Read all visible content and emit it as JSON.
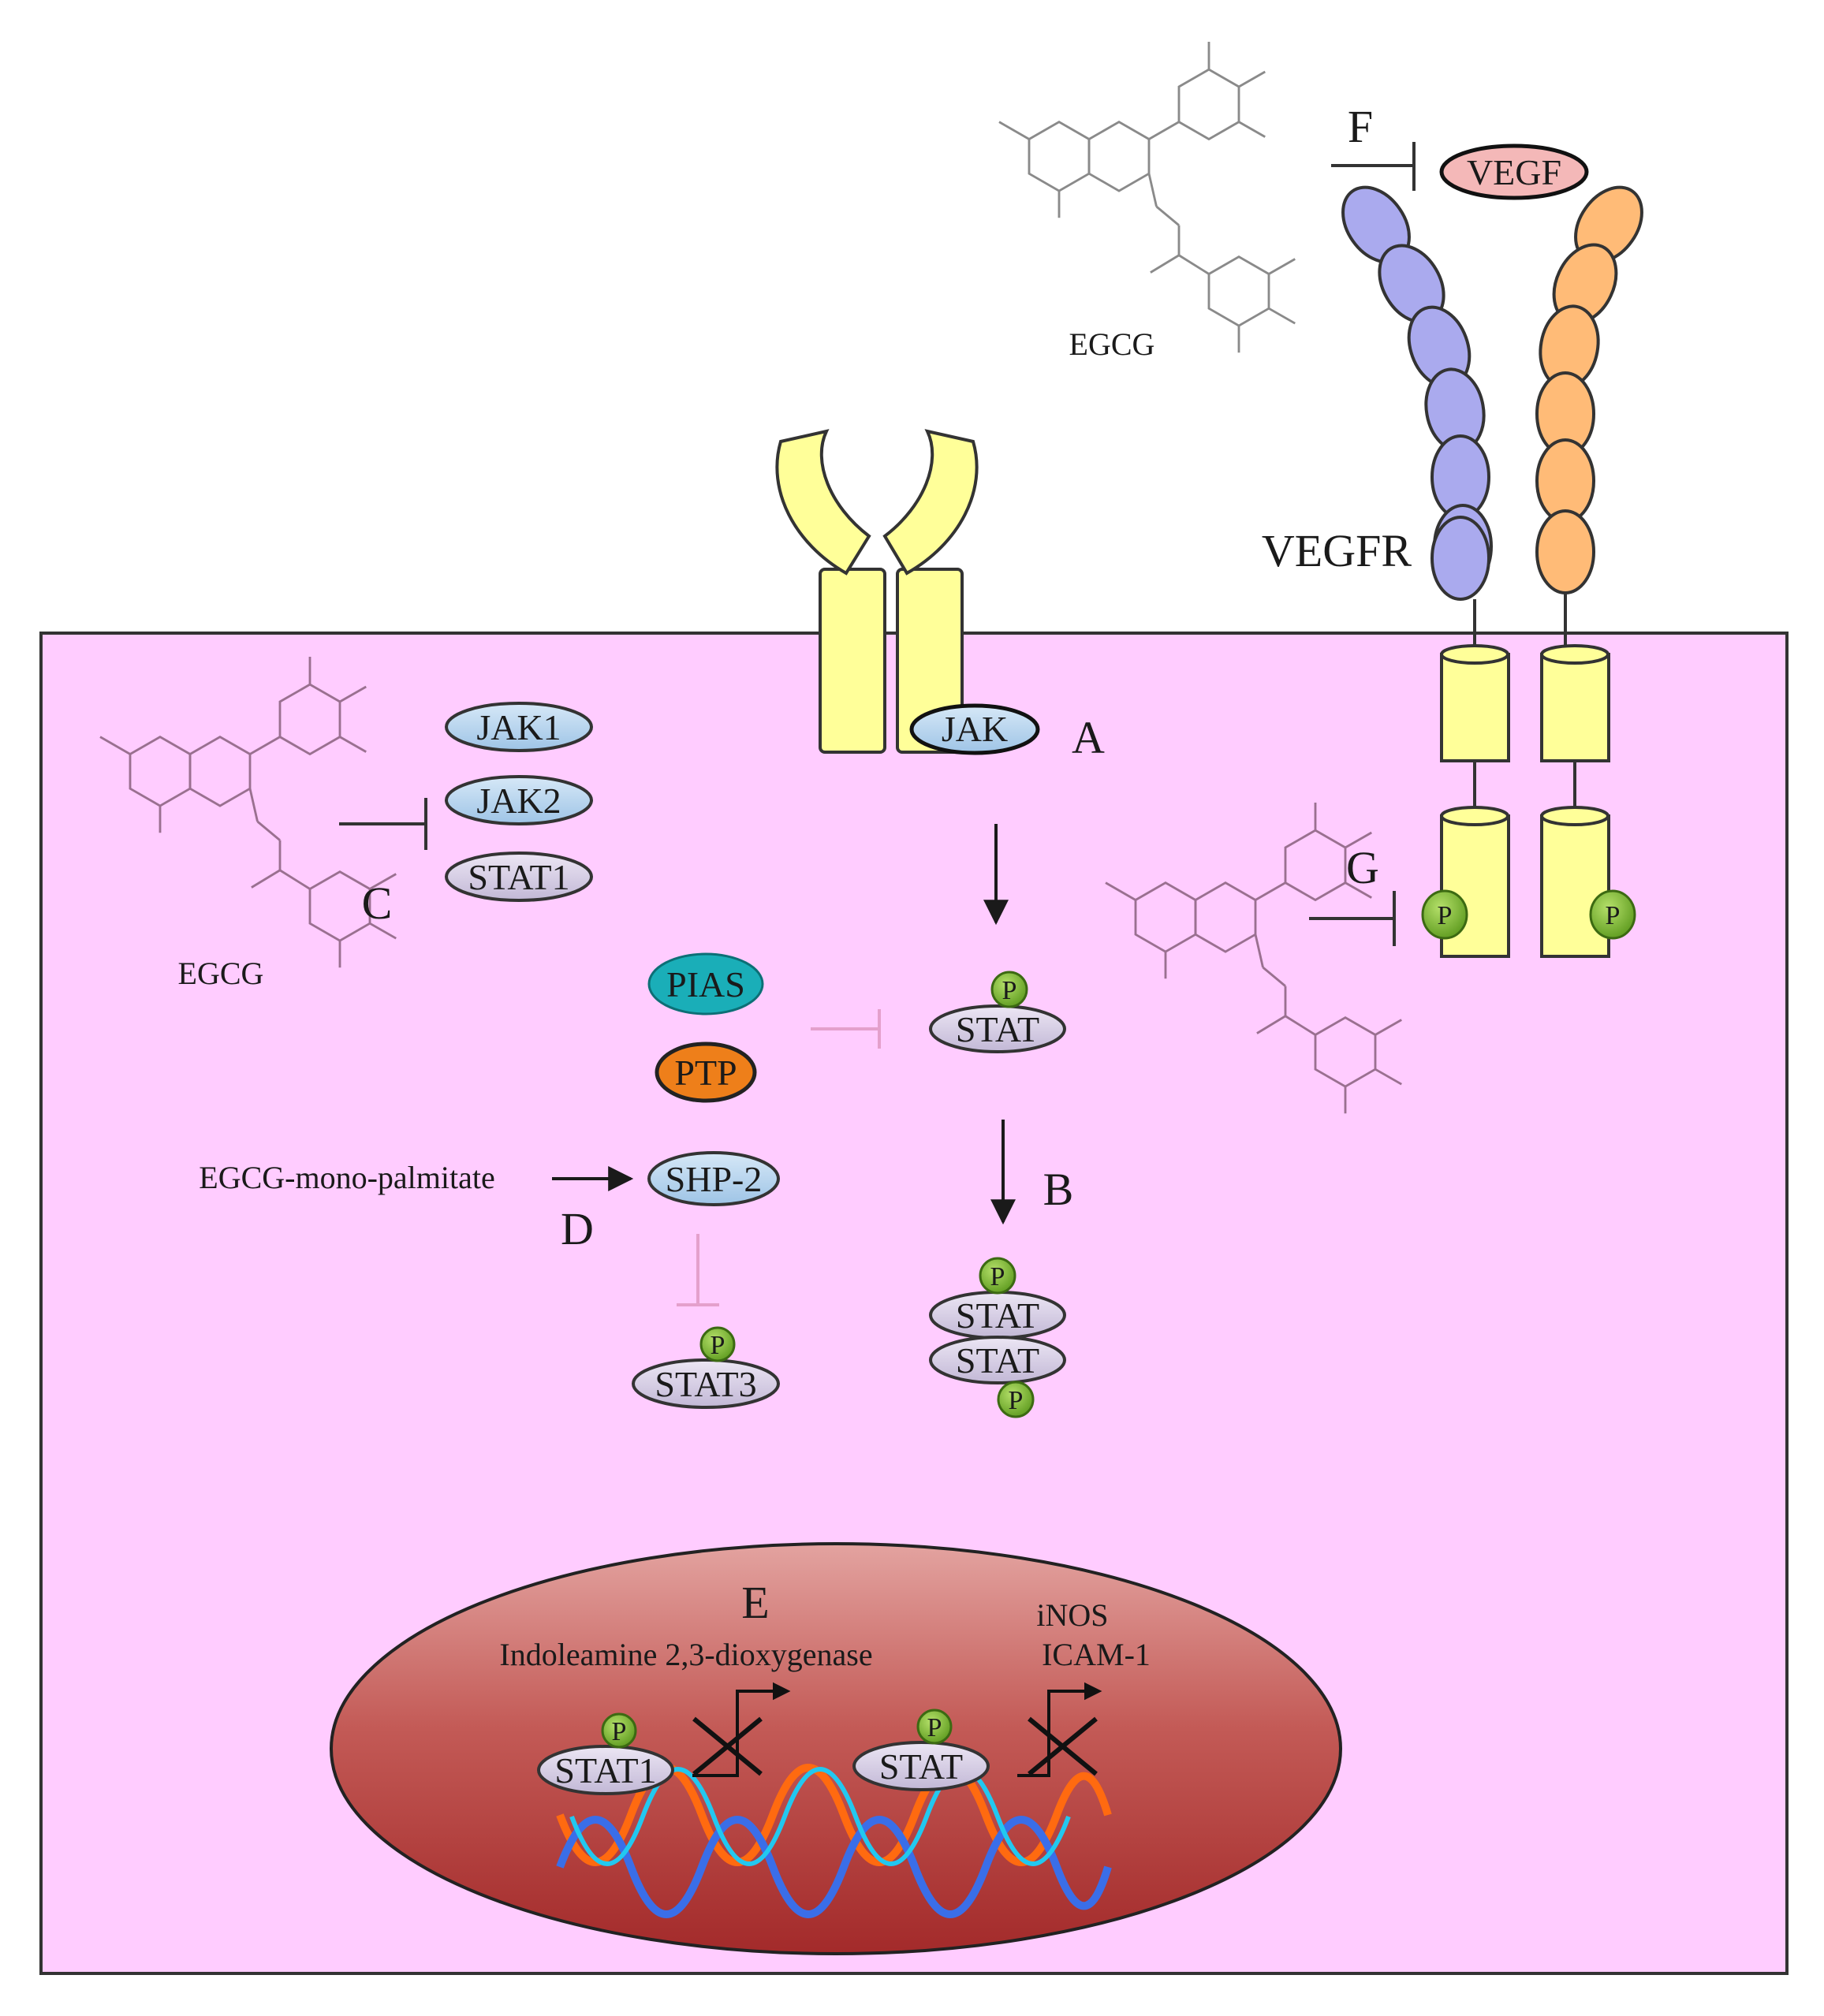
{
  "labels": {
    "A": "A",
    "B": "B",
    "C": "C",
    "D": "D",
    "E": "E",
    "F": "F",
    "G": "G",
    "vegfr": "VEGFR",
    "egcg_top": "EGCG",
    "egcg_left": "EGCG",
    "egcg_mono_palmitate": "EGCG-mono-palmitate",
    "ido": "Indoleamine 2,3-dioxygenase",
    "inos": "iNOS",
    "icam1": "ICAM-1"
  },
  "proteins": {
    "vegf": "VEGF",
    "jak": "JAK",
    "jak1": "JAK1",
    "jak2": "JAK2",
    "stat1": "STAT1",
    "pias": "PIAS",
    "ptp": "PTP",
    "shp2": "SHP-2",
    "stat": "STAT",
    "stat_dimer_top": "STAT",
    "stat_dimer_bottom": "STAT",
    "stat3": "STAT3",
    "stat1_nucleus": "STAT1",
    "stat_nucleus": "STAT"
  },
  "phospho_label": "P",
  "colors": {
    "cell": "#ffccff",
    "receptor": "#ffff99",
    "vegfr_left": "#aaaaee",
    "vegfr_right": "#ffbb77",
    "vegf": "#f4b8b8",
    "jak": "#bcd8ef",
    "stat": "#d8d0e8",
    "pias": "#1aaeb8",
    "ptp": "#ee7f1a",
    "phospho": "#7ab82e",
    "nucleus_top": "#e09a9a",
    "nucleus_bottom": "#b02a2a"
  },
  "icons": {
    "egcg_molecule": "egcg-molecule-icon",
    "phospho": "phosphate-icon",
    "block": "x-block-icon",
    "dna": "dna-helix-icon"
  }
}
